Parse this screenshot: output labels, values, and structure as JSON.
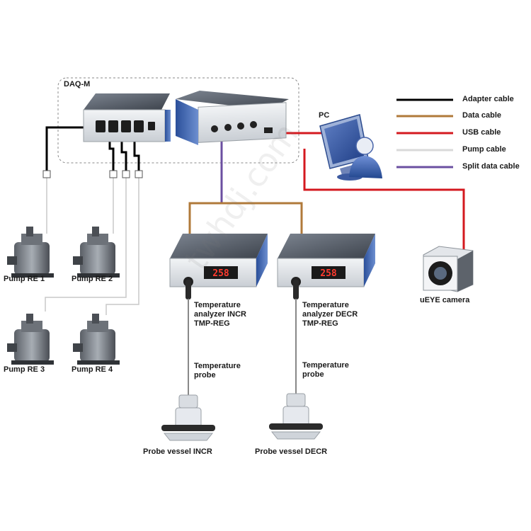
{
  "colors": {
    "adapter_cable": "#000000",
    "data_cable": "#b07a3a",
    "usb_cable": "#d4191f",
    "pump_cable": "#c8c8c8",
    "split_data_cable": "#6b4fa0",
    "display_digits": "#ff3b2f"
  },
  "title_box": {
    "label": "DAQ-M"
  },
  "pc": {
    "label": "PC"
  },
  "legend": [
    {
      "label": "Adapter cable",
      "color": "#000000"
    },
    {
      "label": "Data cable",
      "color": "#b07a3a"
    },
    {
      "label": "USB cable",
      "color": "#d4191f"
    },
    {
      "label": "Pump cable",
      "color": "#d9d9d9"
    },
    {
      "label": "Split data cable",
      "color": "#6b4fa0"
    }
  ],
  "pumps": [
    {
      "label": "Pump RE 1"
    },
    {
      "label": "Pump RE 2"
    },
    {
      "label": "Pump RE 3"
    },
    {
      "label": "Pump RE 4"
    }
  ],
  "analyzers": [
    {
      "line1": "Temperature",
      "line2": "analyzer INCR",
      "line3": "TMP-REG",
      "display": "258"
    },
    {
      "line1": "Temperature",
      "line2": "analyzer DECR",
      "line3": "TMP-REG",
      "display": "258"
    }
  ],
  "probes": [
    {
      "line1": "Temperature",
      "line2": "probe"
    },
    {
      "line1": "Temperature",
      "line2": "probe"
    }
  ],
  "vessels": [
    {
      "label": "Probe vessel INCR"
    },
    {
      "label": "Probe vessel DECR"
    }
  ],
  "camera": {
    "label": "uEYE camera"
  },
  "watermark": {
    "text": "twhdj.com"
  }
}
